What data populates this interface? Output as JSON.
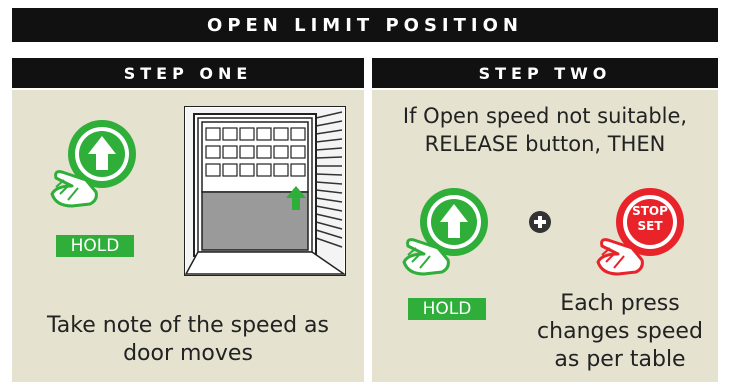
{
  "title": "OPEN LIMIT POSITION",
  "step_one": {
    "header": "STEP ONE",
    "hold_label": "HOLD",
    "caption_line1": "Take note of the speed as",
    "caption_line2": "door moves"
  },
  "step_two": {
    "header": "STEP TWO",
    "instruction_line1": "If Open speed not suitable,",
    "instruction_line2": "RELEASE button, THEN",
    "hold_label": "HOLD",
    "stop_set_line1": "STOP",
    "stop_set_line2": "SET",
    "caption_line1": "Each press",
    "caption_line2": "changes speed",
    "caption_line3": "as per table"
  },
  "colors": {
    "header_bg": "#111111",
    "panel_bg": "#e6e2d0",
    "green": "#2fae3a",
    "red": "#e8232a"
  },
  "icons": [
    "open-button-icon",
    "pointing-hand-icon",
    "garage-door-icon",
    "plus-icon",
    "stop-set-button-icon"
  ]
}
